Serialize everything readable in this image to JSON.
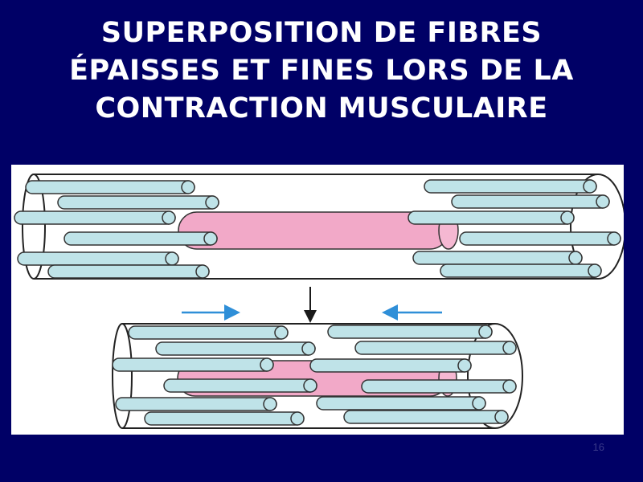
{
  "slide": {
    "title_lines": [
      "SUPERPOSITION DE FIBRES",
      "ÉPAISSES ET FINES LORS DE LA",
      "CONTRACTION  MUSCULAIRE"
    ],
    "page_number": "16"
  },
  "colors": {
    "background": "#000066",
    "title": "#ffffff",
    "thin_filament": "#bfe3e8",
    "thick_filament": "#f2a9c8",
    "arrow": "#2f8fd8",
    "outline": "#1a1a1a"
  }
}
